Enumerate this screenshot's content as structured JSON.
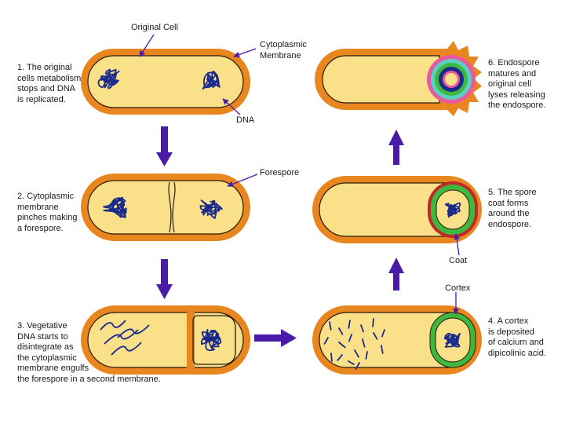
{
  "labels": {
    "original_cell": "Original Cell",
    "cytoplasmic_membrane": "Cytoplasmic\nMembrane",
    "dna": "DNA",
    "forespore": "Forespore",
    "coat": "Coat",
    "cortex": "Cortex"
  },
  "steps": [
    {
      "number": 1,
      "text": "1. The original\ncells metabolism\nstops and DNA\nis replicated."
    },
    {
      "number": 2,
      "text": "2. Cytoplasmic\nmembrane\npinches making\na forespore."
    },
    {
      "number": 3,
      "text": "3. Vegetative\nDNA starts to\ndisintegrate as\nthe cytoplasmic\nmembrane engulfs\nthe forespore in a second membrane."
    },
    {
      "number": 4,
      "text": "4. A cortex\nis deposited\nof calcium and\ndipicolinic acid."
    },
    {
      "number": 5,
      "text": "5. The spore\ncoat forms\naround the\nendospore."
    },
    {
      "number": 6,
      "text": "6. Endospore\nmatures and\noriginal cell\nlyses releasing\nthe endospore."
    }
  ],
  "colors": {
    "cell_wall": "#e8861f",
    "cytoplasm": "#fbe08a",
    "membrane": "#2a1a0a",
    "dna": "#1a2a8a",
    "arrow": "#4a1aa8",
    "cortex": "#3fb83f",
    "coat": "#c0282a",
    "outer_coat": "#e85aa0",
    "teal_layer": "#5ad0c0"
  }
}
